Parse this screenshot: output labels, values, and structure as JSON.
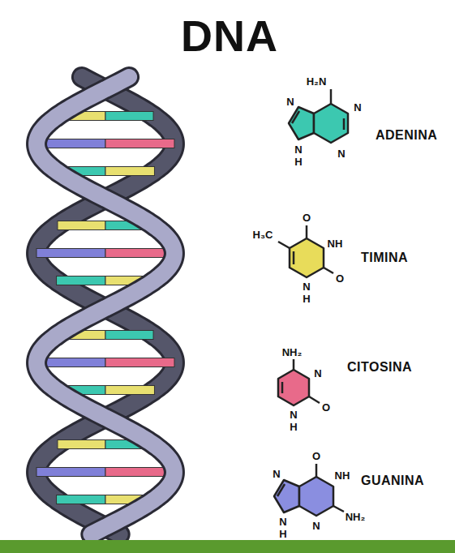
{
  "diagram": {
    "title": "DNA",
    "labels": [
      "H₂N",
      "N",
      "N",
      "ADENINA",
      "N",
      "N",
      "H",
      "H₃C",
      "O",
      "NH",
      "TIMINA",
      "O",
      "N",
      "H",
      "NH₂",
      "N",
      "CITOSINA",
      "O",
      "N",
      "H",
      "O",
      "NH",
      "GUANINA",
      "N",
      "NH₂",
      "N",
      "N",
      "H"
    ]
  }
}
